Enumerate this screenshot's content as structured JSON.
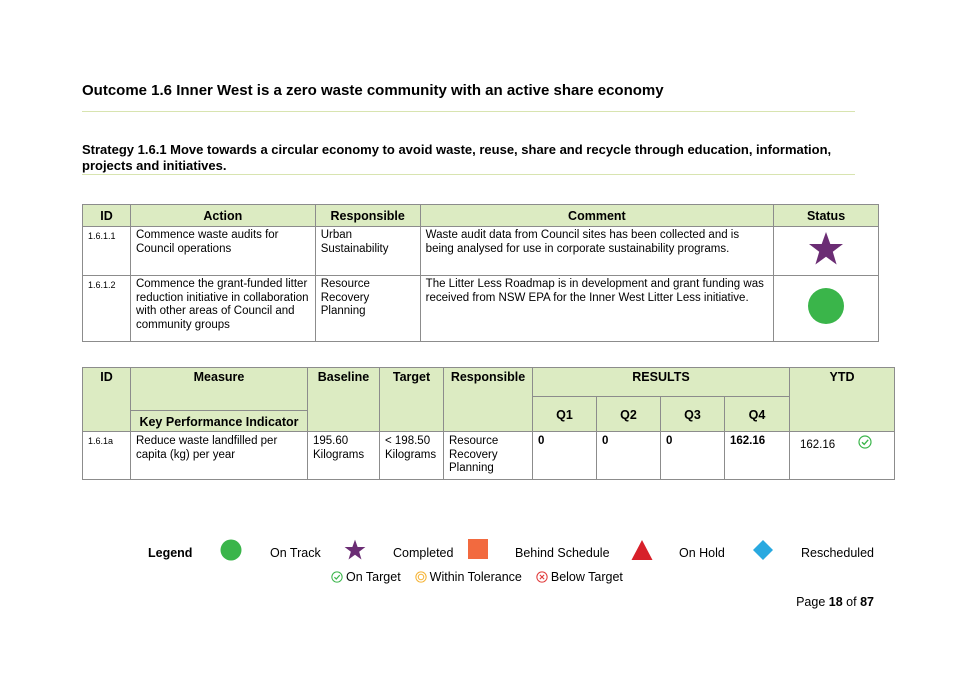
{
  "outcome": "Outcome 1.6 Inner West is a zero waste community with an active share economy",
  "strategy": "Strategy 1.6.1 Move towards a circular economy to avoid waste, reuse, share and recycle through education, information, projects and initiatives.",
  "actions_table": {
    "headers": [
      "ID",
      "Action",
      "Responsible",
      "Comment",
      "Status"
    ],
    "rows": [
      {
        "id": "1.6.1.1",
        "action": "Commence waste audits for Council operations",
        "responsible": "Urban Sustainability",
        "comment": "Waste audit data from Council sites has been collected and is being analysed for use in corporate sustainability programs.",
        "status": "Completed",
        "status_icon": "star-icon",
        "status_color": "#6b2d74"
      },
      {
        "id": "1.6.1.2",
        "action": "Commence the grant-funded litter reduction initiative in collaboration with other areas of Council and community groups",
        "responsible": "Resource Recovery Planning",
        "comment": "The Litter Less Roadmap is in development and grant funding was received from NSW EPA for the Inner West Litter Less initiative.",
        "status": "On Track",
        "status_icon": "circle-icon",
        "status_color": "#3ab54a"
      }
    ]
  },
  "measures_table": {
    "headers": {
      "id": "ID",
      "measure": "Measure",
      "kpi": "Key Performance Indicator",
      "baseline": "Baseline",
      "target": "Target",
      "responsible": "Responsible",
      "results": "RESULTS",
      "q1": "Q1",
      "q2": "Q2",
      "q3": "Q3",
      "q4": "Q4",
      "ytd": "YTD"
    },
    "rows": [
      {
        "id": "1.6.1a",
        "measure": "Reduce waste landfilled per capita (kg) per year",
        "baseline": "195.60 Kilograms",
        "target": "< 198.50 Kilograms",
        "responsible": "Resource Recovery Planning",
        "q1": "0",
        "q2": "0",
        "q3": "0",
        "q4": "162.16",
        "ytd": "162.16",
        "ytd_status": "On Target",
        "ytd_icon": "check-circle-icon"
      }
    ]
  },
  "legend": {
    "label": "Legend",
    "items": [
      {
        "text": "On Track",
        "icon": "circle-icon",
        "color": "#3ab54a"
      },
      {
        "text": "Completed",
        "icon": "star-icon",
        "color": "#6b2d74"
      },
      {
        "text": "Behind Schedule",
        "icon": "square-icon",
        "color": "#f26a3f"
      },
      {
        "text": "On Hold",
        "icon": "triangle-icon",
        "color": "#d7202a"
      },
      {
        "text": "Rescheduled",
        "icon": "diamond-icon",
        "color": "#29a9e0"
      }
    ],
    "sub_items": [
      {
        "text": "On Target",
        "icon": "check-circle-icon",
        "color": "#3ab54a"
      },
      {
        "text": "Within Tolerance",
        "icon": "tolerance-circle-icon",
        "color": "#f5b335"
      },
      {
        "text": "Below Target",
        "icon": "x-circle-icon",
        "color": "#e03a3a"
      }
    ]
  },
  "footer": {
    "page_word": "Page",
    "page": "18",
    "of_word": "of",
    "total": "87"
  }
}
